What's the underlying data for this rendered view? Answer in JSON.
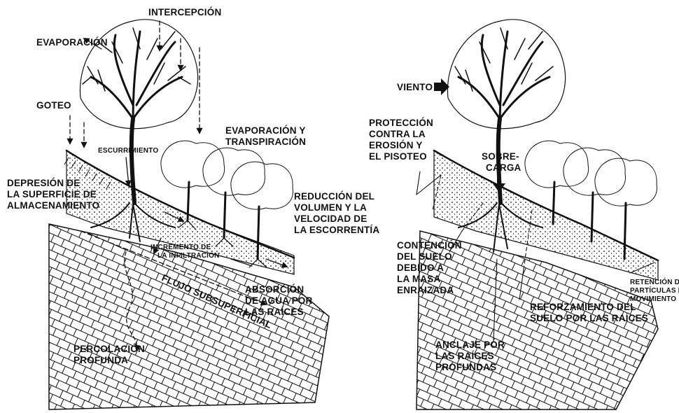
{
  "left_panel": {
    "interception": "INTERCEPCIÓN",
    "evaporation": "EVAPORACIÓN",
    "drip": "GOTEO",
    "runoff": "ESCURRIMIENTO",
    "evap_transp": [
      "EVAPORACIÓN Y",
      "TRANSPIRACIÓN"
    ],
    "storage": [
      "DEPRESIÓN DE",
      "LA SUPERFICIE DE",
      "ALMACENAMIENTO"
    ],
    "reduction": [
      "REDUCCIÓN DEL",
      "VOLUMEN Y LA",
      "VELOCIDAD DE",
      "LA ESCORRENTÍA"
    ],
    "infiltration": [
      "INCREMENTO DE",
      "LA INFILTRACIÓN"
    ],
    "subsurface": "FLUJO SUBSUPERFICIAL",
    "absorption": [
      "ABSORCIÓN",
      "DE AGUA POR",
      "LAS RAÍCES"
    ],
    "percolation": [
      "PERCOLACIÓN",
      "PROFUNDA"
    ]
  },
  "right_panel": {
    "wind": "VIENTO",
    "protection": [
      "PROTECCIÓN",
      "CONTRA LA",
      "EROSIÓN Y",
      "EL PISOTEO"
    ],
    "overload": [
      "SOBRE-",
      "CARGA"
    ],
    "containment": [
      "CONTENCIÓN",
      "DEL SUELO",
      "DEBIDO A",
      "LA MASA",
      "ENRAIZADA"
    ],
    "retention": [
      "RETENCIÓN DE",
      "PARTÍCULAS EN",
      "MOVIMIENTO"
    ],
    "reinforcement": [
      "REFORZAMIENTO DEL",
      "SUELO POR LAS RAÍCES"
    ],
    "anchoring": [
      "ANCLAJE POR",
      "LAS RAÍCES",
      "PROFUNDAS"
    ]
  }
}
